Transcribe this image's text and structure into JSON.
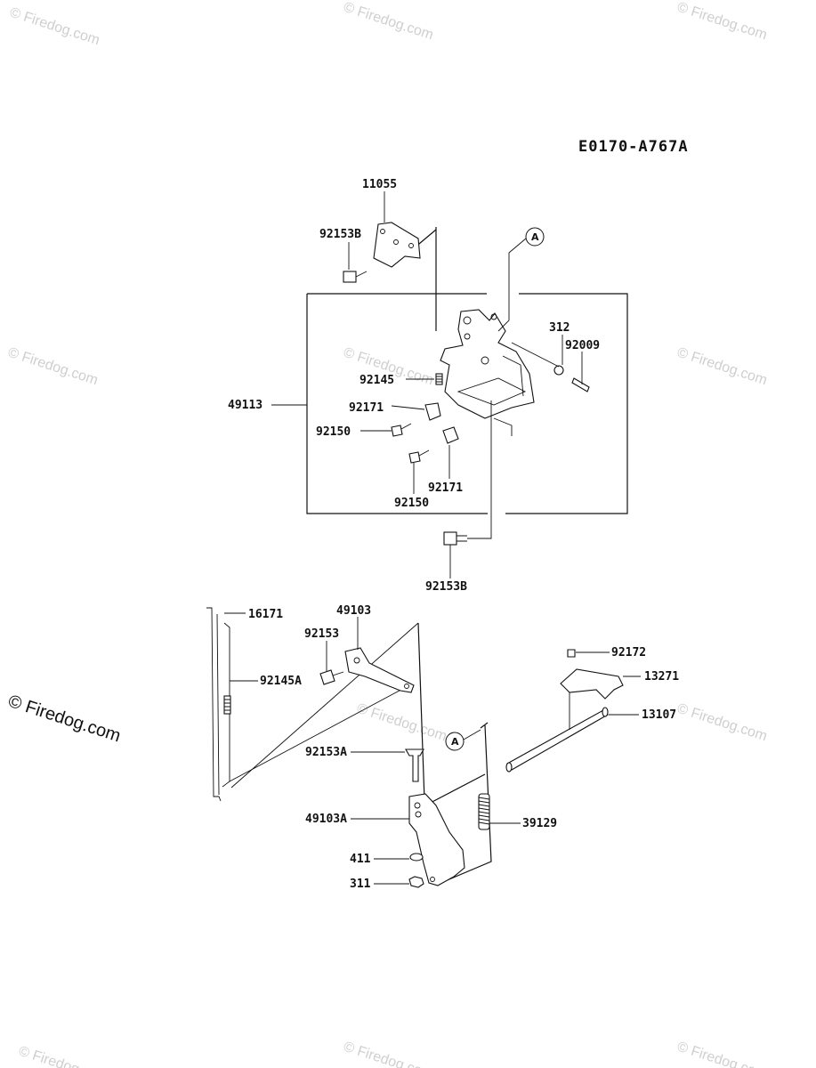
{
  "diagram_code": "E0170-A767A",
  "callout_letter": "A",
  "watermarks": {
    "faint": "© Firedog.com",
    "dark": "© Firedog.com"
  },
  "parts": {
    "p11055": "11055",
    "p92153B_top": "92153B",
    "p312": "312",
    "p92009": "92009",
    "p92145": "92145",
    "p49113": "49113",
    "p92171_left": "92171",
    "p92150_left": "92150",
    "p92171_bottom": "92171",
    "p92150_bottom": "92150",
    "p92153B_bottom": "92153B",
    "p16171": "16171",
    "p49103": "49103",
    "p92153": "92153",
    "p92145A": "92145A",
    "p92153A": "92153A",
    "p49103A": "49103A",
    "p411": "411",
    "p311": "311",
    "p92172": "92172",
    "p13271": "13271",
    "p13107": "13107",
    "p39129": "39129"
  }
}
